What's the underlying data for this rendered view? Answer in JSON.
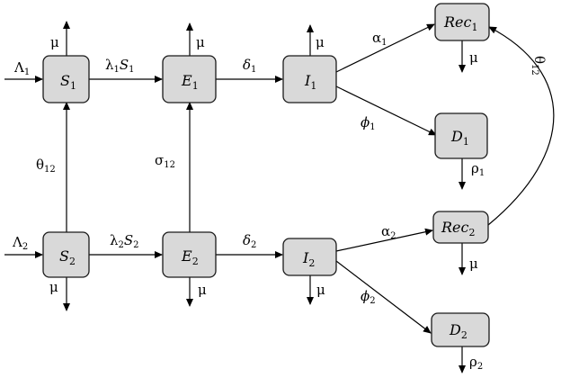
{
  "nodes": {
    "S1": {
      "base": "S",
      "sub": "1"
    },
    "E1": {
      "base": "E",
      "sub": "1"
    },
    "I1": {
      "base": "I",
      "sub": "1"
    },
    "Rec1": {
      "base": "Rec",
      "sub": "1"
    },
    "D1": {
      "base": "D",
      "sub": "1"
    },
    "S2": {
      "base": "S",
      "sub": "2"
    },
    "E2": {
      "base": "E",
      "sub": "2"
    },
    "I2": {
      "base": "I",
      "sub": "2"
    },
    "Rec2": {
      "base": "Rec",
      "sub": "2"
    },
    "D2": {
      "base": "D",
      "sub": "2"
    }
  },
  "edge_labels": {
    "inflow1": {
      "base": "Λ",
      "sub": "1"
    },
    "inflow2": {
      "base": "Λ",
      "sub": "2"
    },
    "infect1": {
      "base": "λ",
      "sub": "1",
      "tail": "S",
      "tail_sub": "1"
    },
    "infect2": {
      "base": "λ",
      "sub": "2",
      "tail": "S",
      "tail_sub": "2"
    },
    "delta1": {
      "base": "δ",
      "sub": "1"
    },
    "delta2": {
      "base": "δ",
      "sub": "2"
    },
    "alpha1": {
      "base": "α",
      "sub": "1"
    },
    "alpha2": {
      "base": "α",
      "sub": "2"
    },
    "phi1": {
      "base": "ϕ",
      "sub": "1"
    },
    "phi2": {
      "base": "ϕ",
      "sub": "2"
    },
    "theta_s": {
      "base": "θ",
      "sub": "12"
    },
    "sigma": {
      "base": "σ",
      "sub": "12"
    },
    "theta_rec": {
      "base": "θ",
      "sub": "12"
    },
    "rho1": {
      "base": "ρ",
      "sub": "1"
    },
    "rho2": {
      "base": "ρ",
      "sub": "2"
    },
    "mu": "μ"
  }
}
